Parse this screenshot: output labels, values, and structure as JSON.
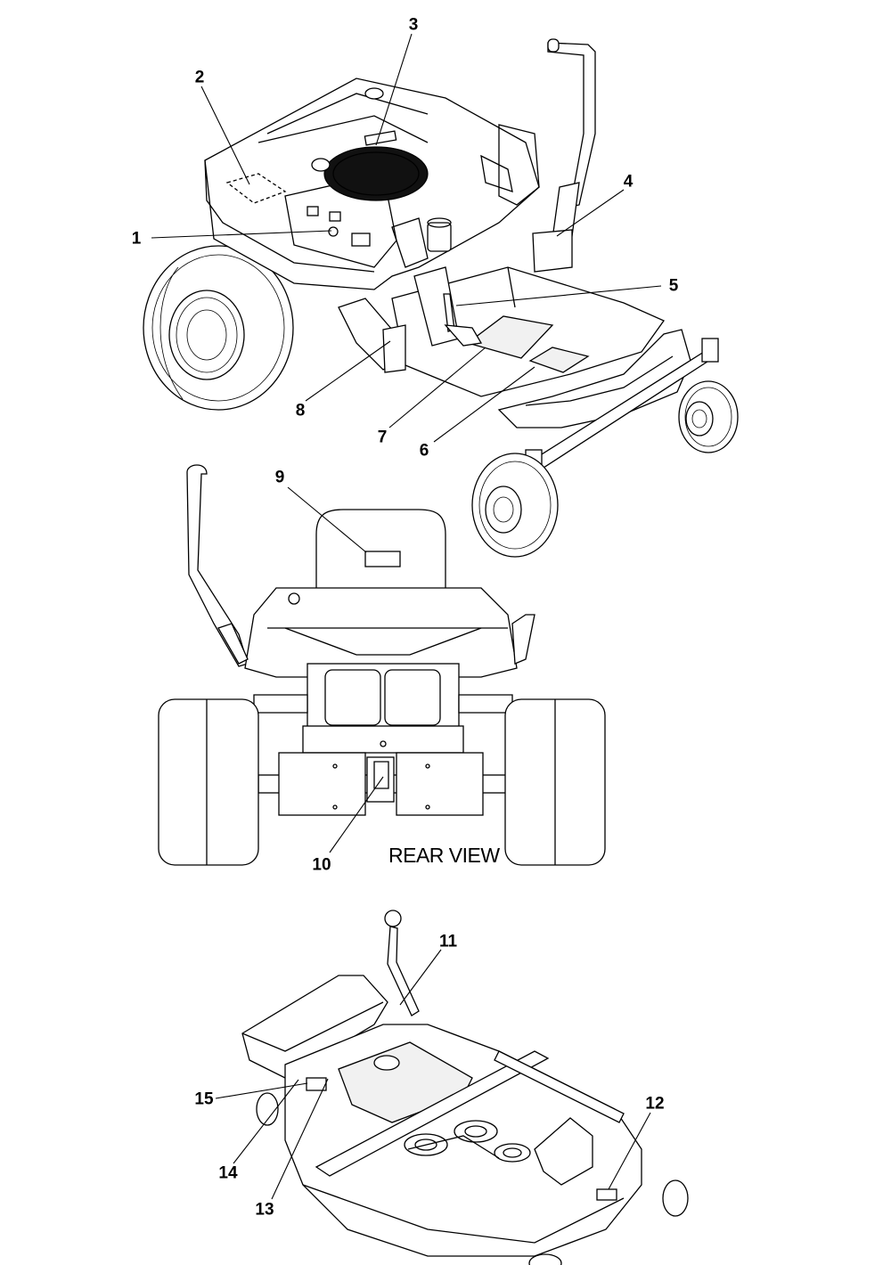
{
  "views": {
    "rear_view_label": "REAR VIEW"
  },
  "callouts": [
    {
      "id": "1",
      "label": "1"
    },
    {
      "id": "2",
      "label": "2"
    },
    {
      "id": "3",
      "label": "3"
    },
    {
      "id": "4",
      "label": "4"
    },
    {
      "id": "5",
      "label": "5"
    },
    {
      "id": "6",
      "label": "6"
    },
    {
      "id": "7",
      "label": "7"
    },
    {
      "id": "8",
      "label": "8"
    },
    {
      "id": "9",
      "label": "9"
    },
    {
      "id": "10",
      "label": "10"
    },
    {
      "id": "11",
      "label": "11"
    },
    {
      "id": "12",
      "label": "12"
    },
    {
      "id": "13",
      "label": "13"
    },
    {
      "id": "14",
      "label": "14"
    },
    {
      "id": "15",
      "label": "15"
    }
  ],
  "colors": {
    "line": "#000000",
    "background": "#ffffff",
    "shade": "#f1f1f1"
  }
}
